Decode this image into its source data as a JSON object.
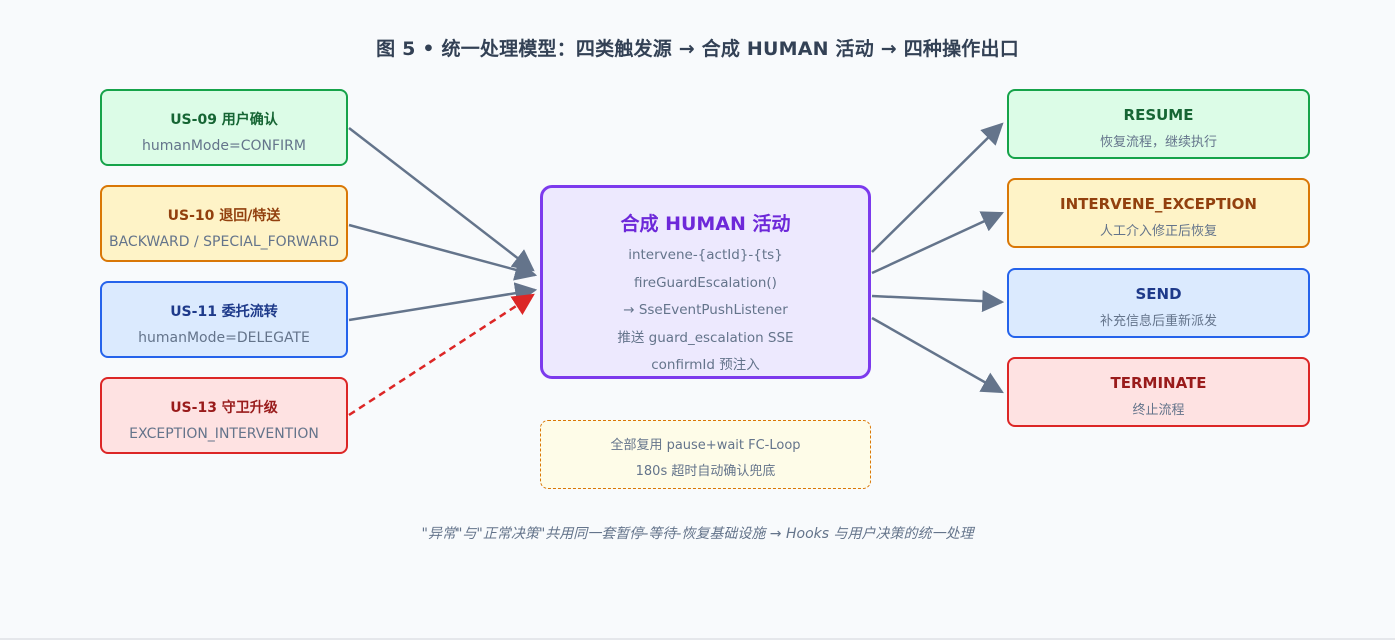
{
  "title": "图 5 • 统一处理模型：四类触发源 → 合成 HUMAN 活动 → 四种操作出口",
  "sources": [
    {
      "head": "US-09 用户确认",
      "sub": "humanMode=CONFIRM"
    },
    {
      "head": "US-10 退回/特送",
      "sub": "BACKWARD / SPECIAL_FORWARD"
    },
    {
      "head": "US-11 委托流转",
      "sub": "humanMode=DELEGATE"
    },
    {
      "head": "US-13 守卫升级",
      "sub": "EXCEPTION_INTERVENTION"
    }
  ],
  "center": {
    "head": "合成 HUMAN 活动",
    "lines": [
      "intervene-{actId}-{ts}",
      "fireGuardEscalation()",
      "→ SseEventPushListener",
      "推送 guard_escalation SSE",
      "confirmId 预注入"
    ]
  },
  "note": {
    "line1": "全部复用 pause+wait FC-Loop",
    "line2": "180s 超时自动确认兜底"
  },
  "outputs": [
    {
      "head": "RESUME",
      "sub": "恢复流程，继续执行"
    },
    {
      "head": "INTERVENE_EXCEPTION",
      "sub": "人工介入修正后恢复"
    },
    {
      "head": "SEND",
      "sub": "补充信息后重新派发"
    },
    {
      "head": "TERMINATE",
      "sub": "终止流程"
    }
  ],
  "caption": "\"异常\"与\"正常决策\"共用同一套暂停-等待-恢复基础设施 → Hooks 与用户决策的统一处理",
  "colors": {
    "arrow": "#64748b",
    "escalation_arrow": "#dc2626",
    "center_border": "#7c3aed"
  }
}
